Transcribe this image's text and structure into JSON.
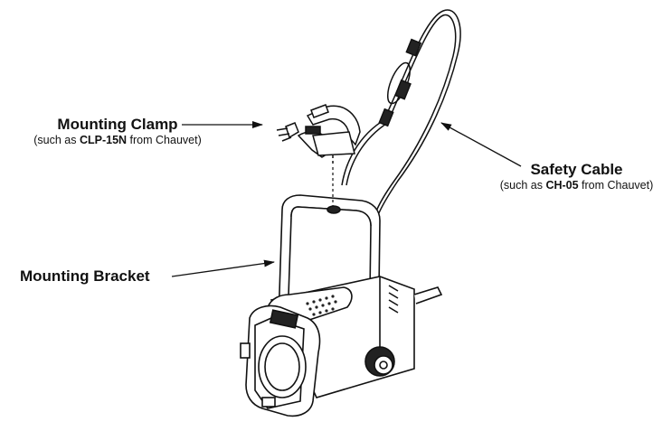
{
  "callouts": {
    "mounting_clamp": {
      "title": "Mounting Clamp",
      "sub_prefix": "(such as ",
      "sub_model": "CLP-15N",
      "sub_suffix": " from Chauvet)"
    },
    "safety_cable": {
      "title": "Safety Cable",
      "sub_prefix": "(such as ",
      "sub_model": "CH-05",
      "sub_suffix": " from Chauvet)"
    },
    "mounting_bracket": {
      "title": "Mounting Bracket"
    }
  },
  "colors": {
    "line": "#111111",
    "fixture_fill": "#ffffff",
    "shade": "#222222"
  }
}
